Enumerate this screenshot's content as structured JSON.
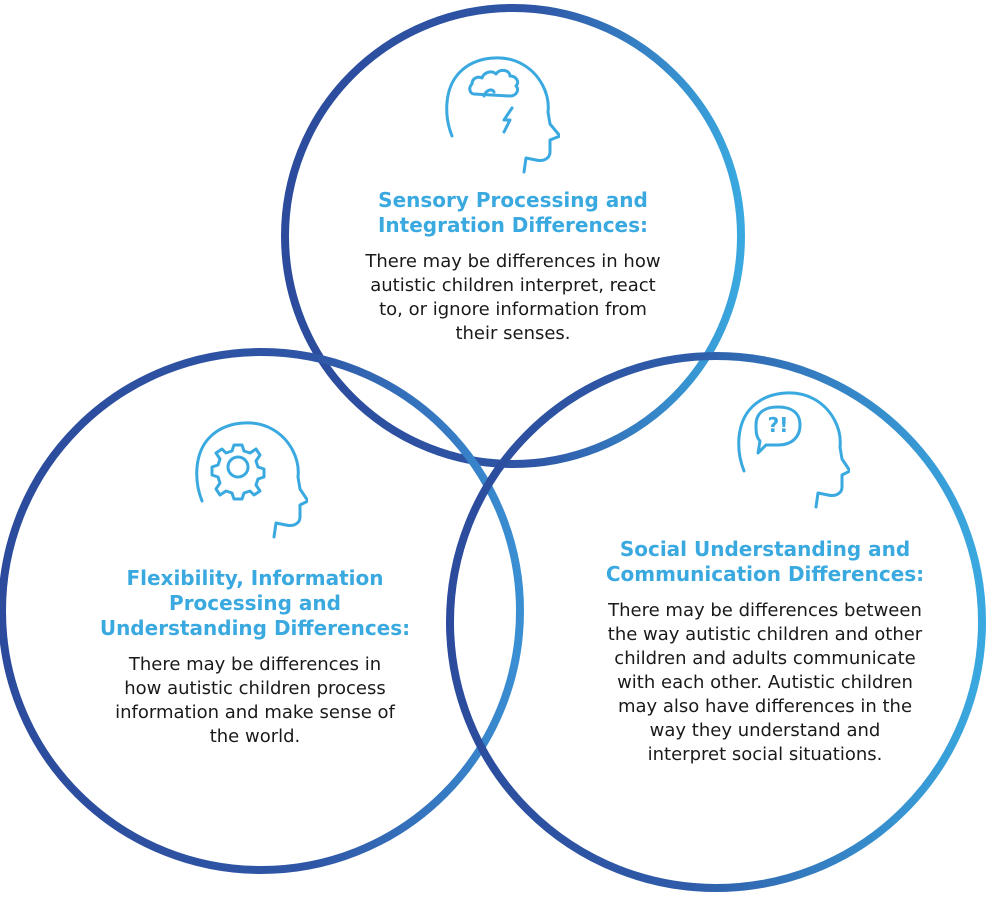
{
  "top": {
    "icon": "brain-cloud-head-icon",
    "title_line1": "Sensory Processing and",
    "title_line2": "Integration Differences:",
    "text_line1": "There may be differences in how",
    "text_line2": "autistic children interpret, react",
    "text_line3": "to, or ignore information from",
    "text_line4": "their senses."
  },
  "left": {
    "icon": "gear-head-icon",
    "title_line1": "Flexibility, Information",
    "title_line2": "Processing and",
    "title_line3": "Understanding Differences:",
    "text_line1": "There may be differences in",
    "text_line2": "how autistic children process",
    "text_line3": "information and make sense of",
    "text_line4": "the world."
  },
  "right": {
    "icon": "speech-bubble-head-icon",
    "bubble_text": "?!",
    "title_line1": "Social Understanding and",
    "title_line2": "Communication Differences:",
    "text_line1": "There may be differences between",
    "text_line2": "the way autistic children and other",
    "text_line3": "children and adults communicate",
    "text_line4": "with each other. Autistic children",
    "text_line5": "may also have differences in the",
    "text_line6": "way they understand and",
    "text_line7": "interpret social situations."
  },
  "colors": {
    "ring_dark": "#2f4f9f",
    "ring_light": "#3aa9e0",
    "title": "#3aa9e0",
    "text": "#1a1a1a"
  }
}
